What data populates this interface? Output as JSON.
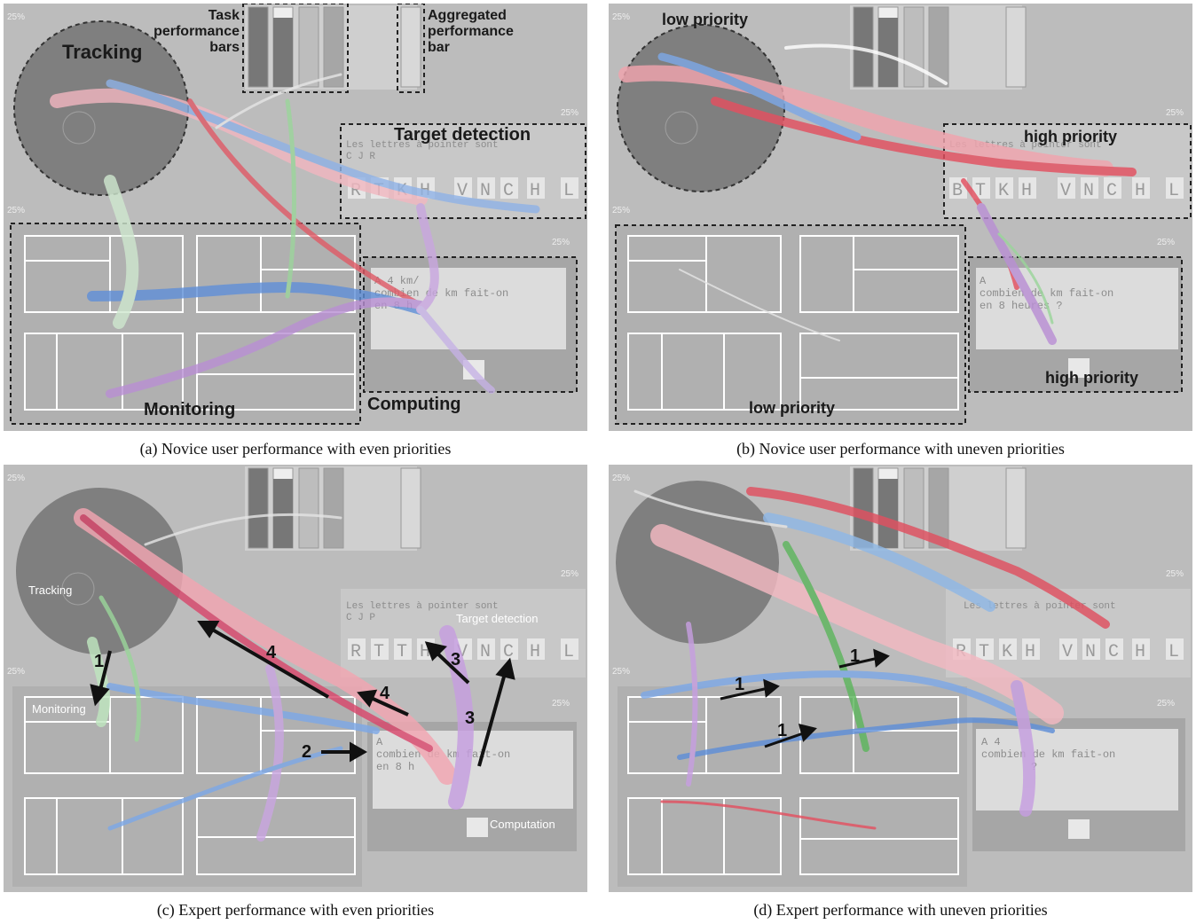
{
  "panels": [
    {
      "id": "a",
      "caption": "(a) Novice user performance with even priorities",
      "pct_label": "25%",
      "annotations": {
        "tracking": "Tracking",
        "task_bars": [
          "Task",
          "performance",
          "bars"
        ],
        "agg_bar": [
          "Aggregated",
          "performance",
          "bar"
        ],
        "target_detection": "Target detection",
        "monitoring": "Monitoring",
        "computing": "Computing"
      },
      "target_text": [
        "Les lettres à pointer sont",
        "C J R"
      ],
      "letters": [
        "R",
        "T",
        "K",
        "H",
        "V",
        "N",
        "C",
        "H",
        "L"
      ],
      "compute_text": [
        "A 4 km/",
        "combien de km fait-on",
        "en 8 h"
      ]
    },
    {
      "id": "b",
      "caption": "(b) Novice user performance with uneven priorities",
      "pct_label": "25%",
      "annotations": {
        "low_top": "low priority",
        "high_target": "high priority",
        "low_bottom": "low priority",
        "high_compute": "high priority"
      },
      "target_text": [
        "Les lettres à pointer sont",
        ""
      ],
      "letters": [
        "B",
        "T",
        "K",
        "H",
        "V",
        "N",
        "C",
        "H",
        "L"
      ],
      "compute_text": [
        "A",
        "combien de km fait-on",
        "en 8 heures ?"
      ]
    },
    {
      "id": "c",
      "caption": "(c) Expert performance with even priorities",
      "pct_label": "25%",
      "annotations": {
        "tracking": "Tracking",
        "target_detection": "Target detection",
        "monitoring": "Monitoring",
        "computation": "Computation",
        "arrows": [
          "1",
          "2",
          "3",
          "3",
          "4",
          "4"
        ]
      },
      "target_text": [
        "Les lettres à pointer sont",
        "C J P"
      ],
      "letters": [
        "R",
        "T",
        "T",
        "H",
        "V",
        "N",
        "C",
        "H",
        "L"
      ],
      "compute_text": [
        "A",
        "combien de km fait-on",
        "en 8 h"
      ]
    },
    {
      "id": "d",
      "caption": "(d) Expert performance with uneven priorities",
      "pct_label": "25%",
      "annotations": {
        "arrows": [
          "1",
          "1",
          "1"
        ]
      },
      "target_text": [
        "Les lettres à pointer sont",
        ""
      ],
      "letters": [
        "R",
        "T",
        "K",
        "H",
        "V",
        "N",
        "C",
        "H",
        "L"
      ],
      "compute_text": [
        "A 4",
        "combien de km fait-on",
        "?"
      ]
    }
  ]
}
